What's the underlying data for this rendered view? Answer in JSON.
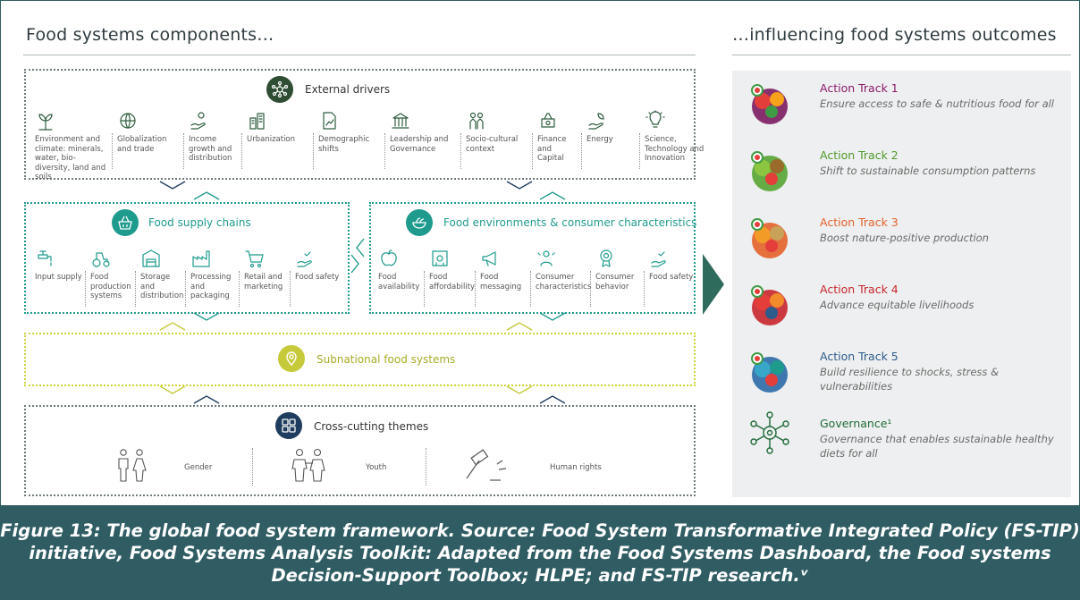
{
  "headers": {
    "left": "Food systems components…",
    "right": "…influencing food systems outcomes"
  },
  "external": {
    "title": "External drivers",
    "items": [
      {
        "label": "Environment and climate: minerals, water, bio-diversity, land and soils",
        "icon": "plant-icon"
      },
      {
        "label": "Globalization and trade",
        "icon": "globe-icon"
      },
      {
        "label": "Income growth and distribution",
        "icon": "hand-coin-icon"
      },
      {
        "label": "Urbanization",
        "icon": "buildings-icon"
      },
      {
        "label": "Demographic shifts",
        "icon": "chart-doc-icon"
      },
      {
        "label": "Leadership and Governance",
        "icon": "institution-icon"
      },
      {
        "label": "Socio-cultural context",
        "icon": "people-icon"
      },
      {
        "label": "Finance and Capital",
        "icon": "money-icon"
      },
      {
        "label": "Energy",
        "icon": "hand-leaf-icon"
      },
      {
        "label": "Science, Technology and Innovation",
        "icon": "lightbulb-icon"
      }
    ]
  },
  "supply": {
    "title": "Food supply chains",
    "items": [
      {
        "label": "Input supply",
        "icon": "tap-icon"
      },
      {
        "label": "Food production systems",
        "icon": "tractor-icon"
      },
      {
        "label": "Storage and distribution",
        "icon": "storage-icon"
      },
      {
        "label": "Processing and packaging",
        "icon": "factory-icon"
      },
      {
        "label": "Retail and marketing",
        "icon": "cart-icon"
      },
      {
        "label": "Food safety",
        "icon": "hand-check-icon"
      }
    ]
  },
  "environments": {
    "title": "Food environments & consumer characteristics",
    "items": [
      {
        "label": "Food availability",
        "icon": "apple-icon"
      },
      {
        "label": "Food affordability",
        "icon": "price-icon"
      },
      {
        "label": "Food messaging",
        "icon": "megaphone-icon"
      },
      {
        "label": "Consumer characteristics",
        "icon": "consumer-icon"
      },
      {
        "label": "Consumer behavior",
        "icon": "behavior-icon"
      },
      {
        "label": "Food safety",
        "icon": "hand-check-icon"
      }
    ]
  },
  "subnational": {
    "title": "Subnational food systems"
  },
  "crosscutting": {
    "title": "Cross-cutting themes",
    "themes": [
      {
        "label": "Gender",
        "icon": "gender-icon"
      },
      {
        "label": "Youth",
        "icon": "youth-icon"
      },
      {
        "label": "Human rights",
        "icon": "gavel-icon"
      }
    ]
  },
  "tracks": [
    {
      "title": "Action Track 1",
      "subtitle": "Ensure access to safe & nutritious food for all",
      "color": "#8b1a6b"
    },
    {
      "title": "Action Track 2",
      "subtitle": "Shift to sustainable consumption patterns",
      "color": "#4f9a2a"
    },
    {
      "title": "Action Track 3",
      "subtitle": "Boost nature-positive production",
      "color": "#e3622a"
    },
    {
      "title": "Action Track 4",
      "subtitle": "Advance equitable livelihoods",
      "color": "#c8262d"
    },
    {
      "title": "Action Track 5",
      "subtitle": "Build resilience to shocks, stress & vulnerabilities",
      "color": "#2d5b8a"
    },
    {
      "title": "Governance¹",
      "subtitle": "Governance that enables sustainable healthy diets for all",
      "color": "#1f6b38"
    }
  ],
  "caption": {
    "line1": "Figure 13: The global food system framework. Source: Food System Transformative Integrated Policy (FS-TIP)",
    "line2": "initiative, Food Systems Analysis Toolkit: Adapted from the Food Systems Dashboard, the Food systems",
    "line3": "Decision-Support Toolbox; HLPE; and FS-TIP research.ᵛ"
  },
  "colors": {
    "dark_green": "#2f5d63",
    "teal": "#1f9b8e",
    "olive": "#c5c93a",
    "navy": "#1d3c5e"
  }
}
